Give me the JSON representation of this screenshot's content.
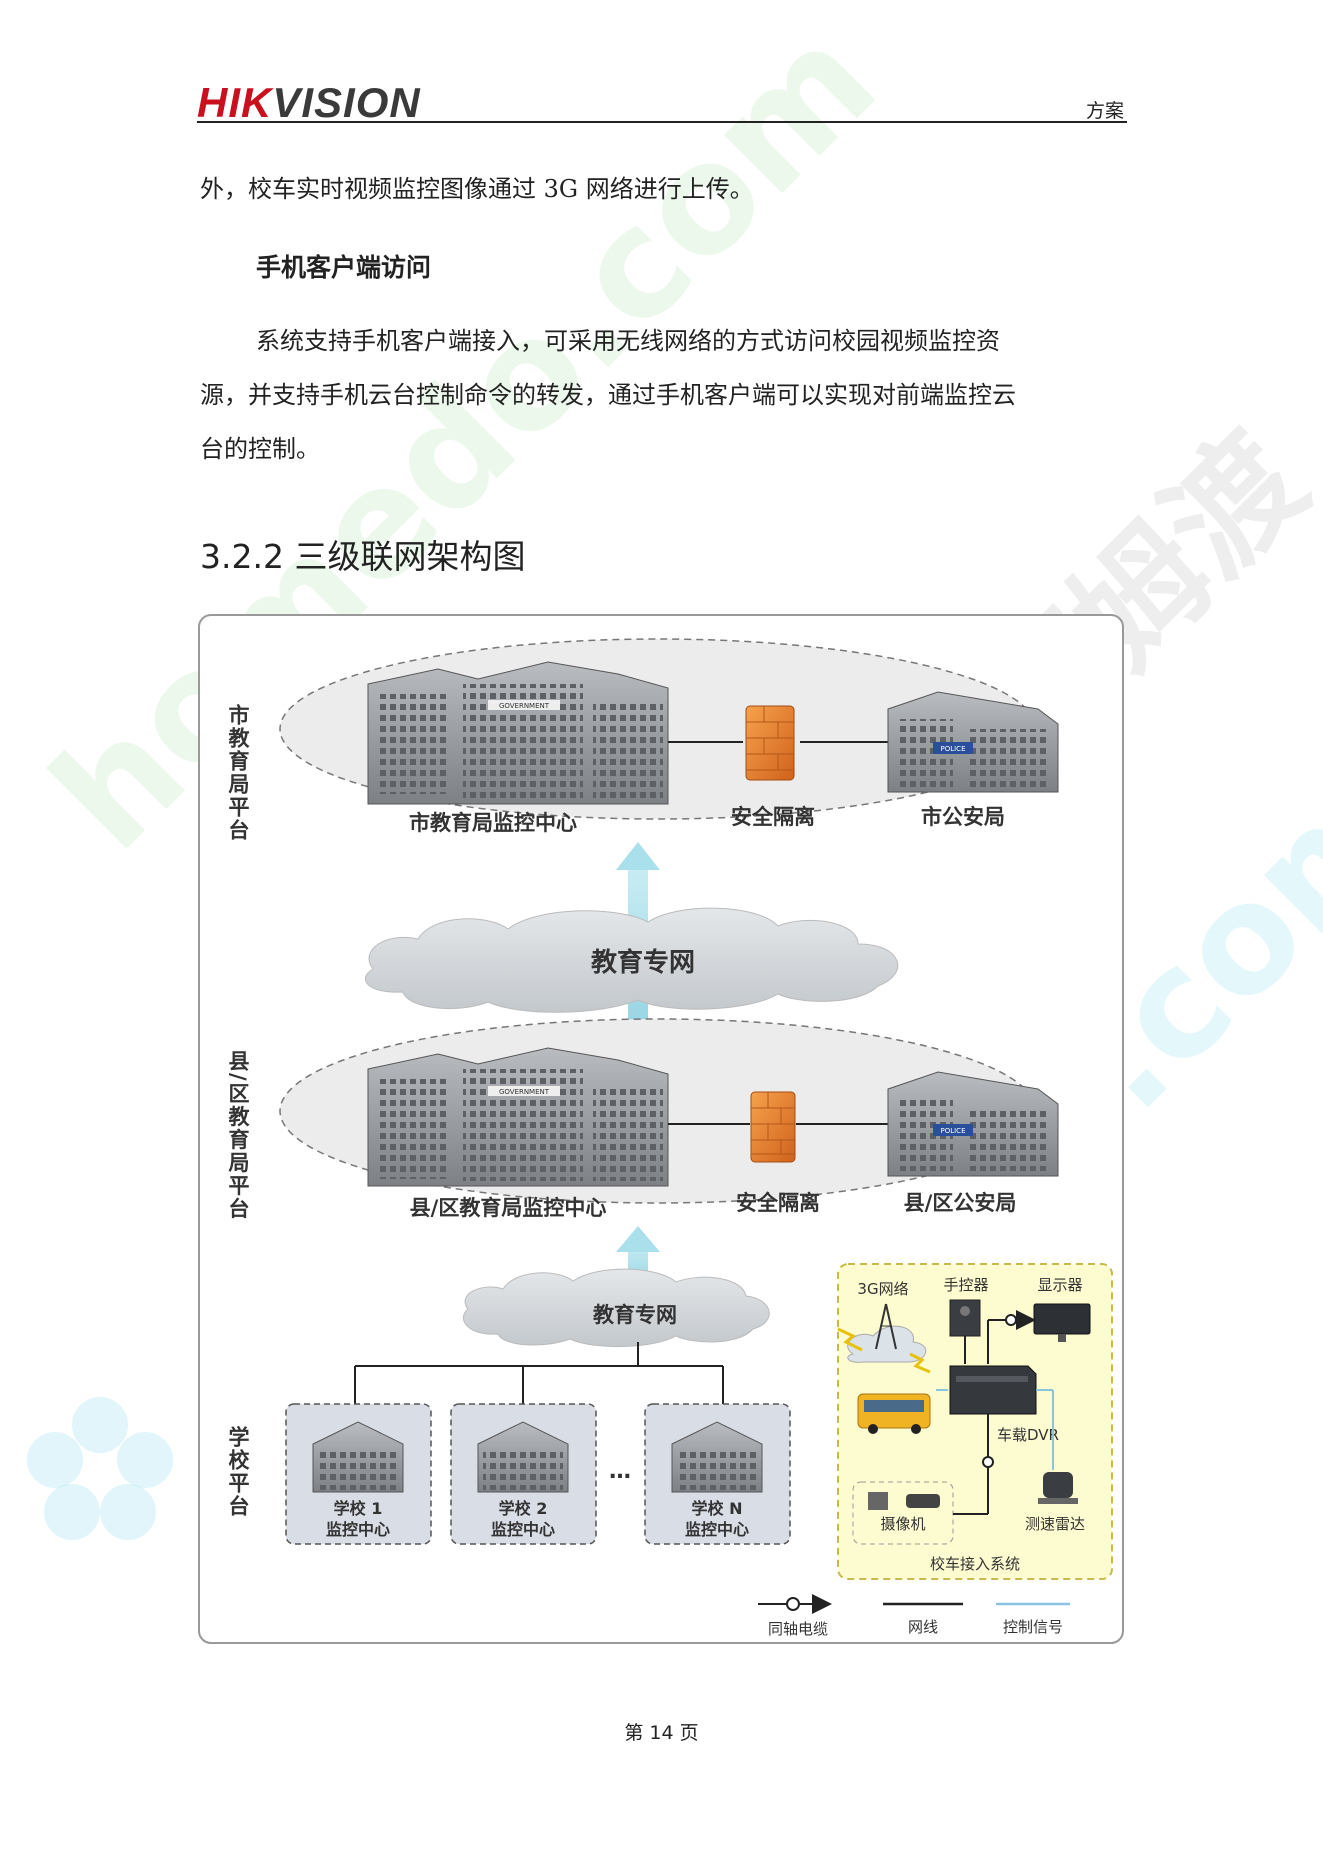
{
  "header": {
    "logo_primary": "HIK",
    "logo_secondary": "VISION",
    "right_label": "方案"
  },
  "body": {
    "line1": "外，校车实时视频监控图像通过 3G 网络进行上传。",
    "subheading": "手机客户端访问",
    "para_line1": "系统支持手机客户端接入，可采用无线网络的方式访问校园视频监控资",
    "para_line2": "源，并支持手机云台控制命令的转发，通过手机客户端可以实现对前端监控云",
    "para_line3": "台的控制。",
    "section_title": "3.2.2  三级联网架构图"
  },
  "diagram": {
    "tier_city": "市教育局平台",
    "tier_county": "县/区教育局平台",
    "tier_school": "学校平台",
    "city_center": "市教育局监控中心",
    "city_security": "安全隔离",
    "city_police": "市公安局",
    "edu_net_top": "教育专网",
    "county_center": "县/区教育局监控中心",
    "county_security": "安全隔离",
    "county_police": "县/区公安局",
    "edu_net_bottom": "教育专网",
    "schools": [
      {
        "line1": "学校 1",
        "line2": "监控中心"
      },
      {
        "line1": "学校 2",
        "line2": "监控中心"
      },
      {
        "line1": "学校 N",
        "line2": "监控中心"
      }
    ],
    "ellipsis": "…",
    "bus": {
      "net3g": "3G网络",
      "controller": "手控器",
      "display": "显示器",
      "dvr": "车载DVR",
      "camera": "摄像机",
      "radar": "测速雷达",
      "system": "校车接入系统"
    },
    "legend": {
      "coax": "同轴电缆",
      "net": "网线",
      "ctrl": "控制信号"
    },
    "building_sign": "GOVERNMENT",
    "police_sign": "POLICE"
  },
  "watermark": {
    "text1": "homedo.com",
    "text2": "河姆渡"
  },
  "footer": {
    "page": "第 14 页"
  }
}
